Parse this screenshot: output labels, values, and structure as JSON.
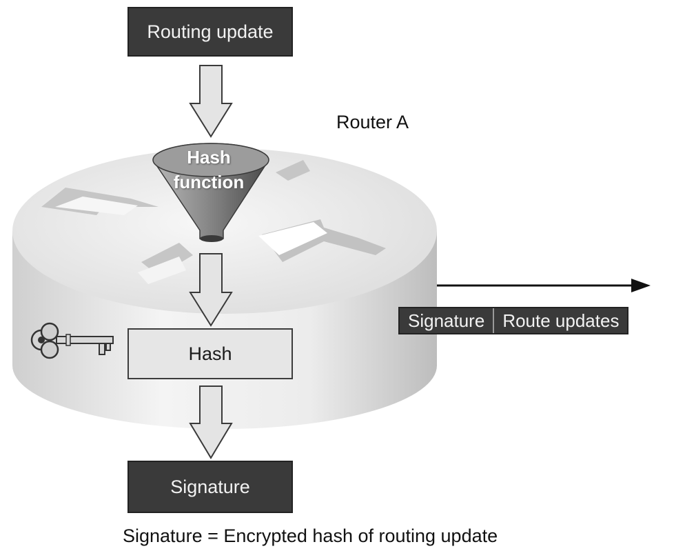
{
  "diagram": {
    "routing_update": "Routing update",
    "router_label": "Router A",
    "hash_function_line1": "Hash",
    "hash_function_line2": "function",
    "hash": "Hash",
    "signature": "Signature",
    "packet": {
      "signature": "Signature",
      "route_updates": "Route updates"
    },
    "caption": "Signature = Encrypted hash of routing update"
  },
  "icons": {
    "key": "key-icon",
    "router": "router-icon",
    "funnel": "funnel-icon"
  }
}
